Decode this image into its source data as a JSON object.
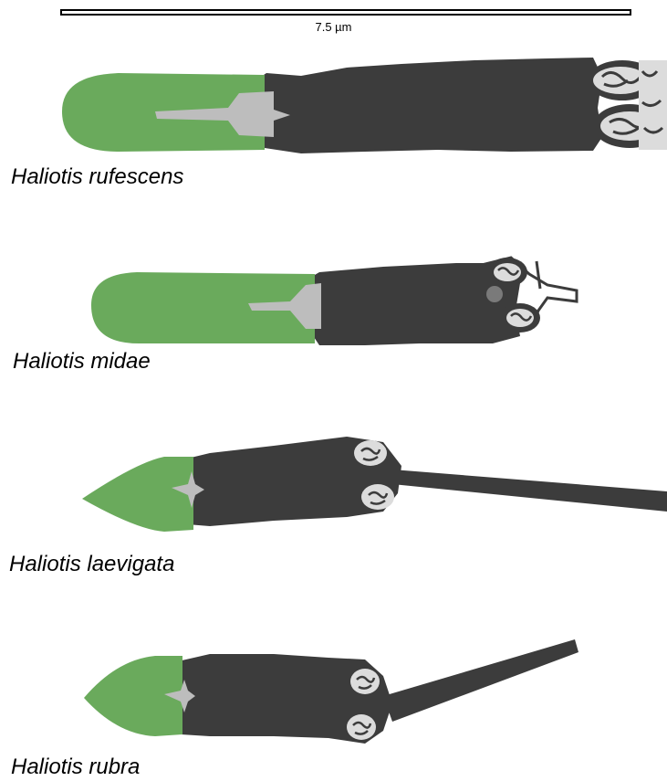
{
  "scale_bar": {
    "label": "7.5 µm"
  },
  "species": [
    {
      "name": "Haliotis rufescens"
    },
    {
      "name": "Haliotis midae"
    },
    {
      "name": "Haliotis laevigata"
    },
    {
      "name": "Haliotis rubra"
    }
  ],
  "colors": {
    "acrosome": "#6aaa5c",
    "perforatorium": "#bdbdbd",
    "nucleus": "#3c3c3c",
    "mitochondria": "#dcdcdc",
    "background": "#ffffff"
  }
}
